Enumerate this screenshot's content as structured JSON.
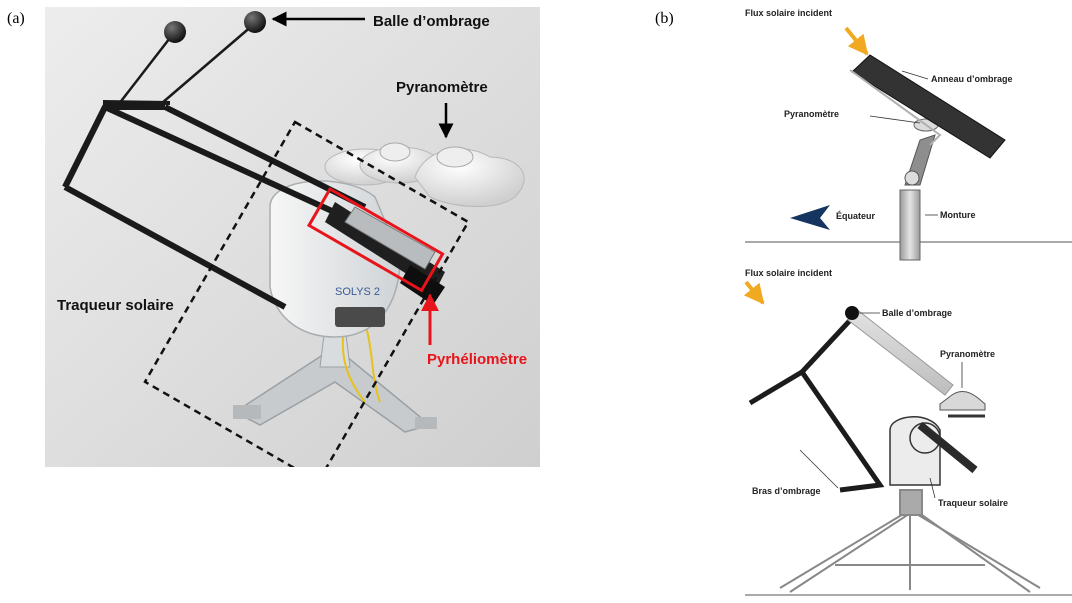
{
  "panels": {
    "a": "(a)",
    "b": "(b)"
  },
  "photo": {
    "shading_ball_label": "Balle d’ombrage",
    "pyranometer_label": "Pyranomètre",
    "tracker_label": "Traqueur solaire",
    "pyrheliometer_label": "Pyrhéliomètre",
    "product_name": "SOLYS 2"
  },
  "schematic_top": {
    "incident_flux": "Flux solaire incident",
    "shading_ring": "Anneau d’ombrage",
    "pyranometer": "Pyranomètre",
    "equator": "Équateur",
    "mount": "Monture"
  },
  "schematic_bottom": {
    "incident_flux": "Flux solaire incident",
    "shading_ball": "Balle d’ombrage",
    "pyranometer": "Pyranomètre",
    "shading_arm": "Bras d’ombrage",
    "tracker": "Traqueur solaire"
  },
  "colors": {
    "red_highlight": "#e8141b",
    "sun_arrow": "#f0a920",
    "photo_background": "#d9d9d9"
  }
}
